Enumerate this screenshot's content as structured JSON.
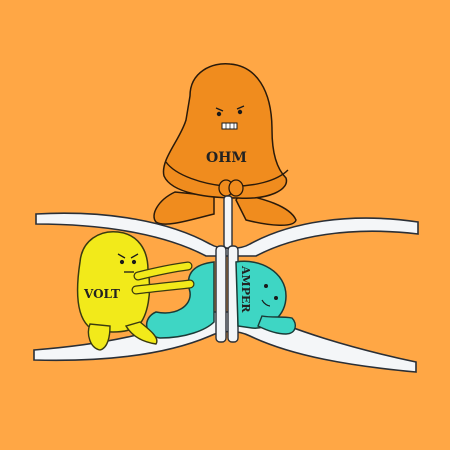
{
  "labels": {
    "top": "OHM",
    "left": "VOLT",
    "right": "AMPER"
  },
  "colors": {
    "background": "#ffa745",
    "ohm_body": "#f08c1e",
    "volt_body": "#f2ea1a",
    "amper_body": "#3ed6c4",
    "wire": "#f4f6f8"
  }
}
